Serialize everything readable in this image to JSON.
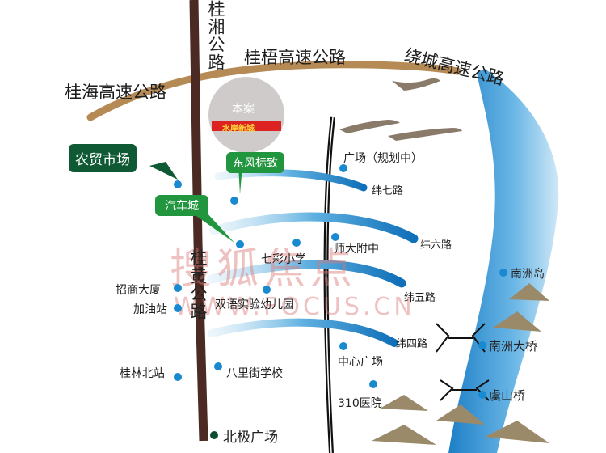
{
  "roads": {
    "guixiang": "桂湘公路",
    "guiwu": "桂梧高速公路",
    "raocheng": "绕城高速公路",
    "guihai": "桂海高速公路",
    "guihuang": "桂黄公路",
    "wei7": "纬七路",
    "wei6": "纬六路",
    "wei5": "纬五路",
    "wei4": "纬四路"
  },
  "project": {
    "label": "本案",
    "name": "水岸新城"
  },
  "callouts": {
    "nongmao": "农贸市场",
    "dongfeng": "东风标致",
    "qiche": "汽车城"
  },
  "pois": {
    "guangchang": "广场（规划中）",
    "shida": "师大附中",
    "qicai": "七彩小学",
    "zhaoshang": "招商大厦",
    "jiayou": "加油站",
    "shuangyu": "双语实验幼儿园",
    "guilin_north": "桂林北站",
    "balijie": "八里街学校",
    "zhongxin": "中心广场",
    "yiyuan": "310医院",
    "beiji": "北极广场",
    "nanzhoudao": "南洲岛",
    "nanzhou_bridge": "南洲大桥",
    "yushan_bridge": "虞山桥"
  },
  "watermark": {
    "brand": "搜狐焦点",
    "url": "WWW.FOCUS.CN"
  },
  "colors": {
    "river": "#2a8fd0",
    "dot": "#1a8ad0",
    "callout_dark": "#0f5a35",
    "callout_green": "#22963e",
    "road_brown": "#4a2a22",
    "highway_tan": "#b58a55"
  }
}
